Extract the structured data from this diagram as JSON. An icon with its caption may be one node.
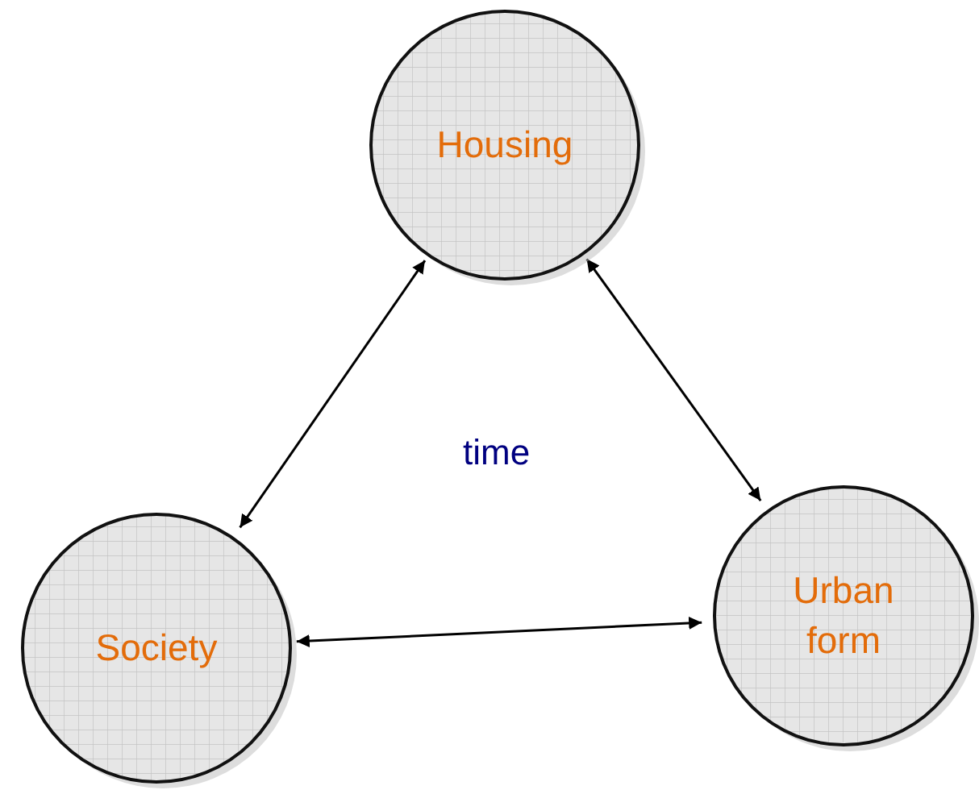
{
  "diagram": {
    "nodes": [
      {
        "text": [
          "Housing"
        ]
      },
      {
        "text": [
          "Society"
        ]
      },
      {
        "text": [
          "Urban form"
        ]
      }
    ],
    "edges": [
      {
        "from": 0,
        "to": 1,
        "arrow": "both"
      },
      {
        "from": 0,
        "to": 2,
        "arrow": "both"
      },
      {
        "from": 1,
        "to": 2,
        "arrow": "both"
      }
    ],
    "labels": [
      "time"
    ]
  }
}
